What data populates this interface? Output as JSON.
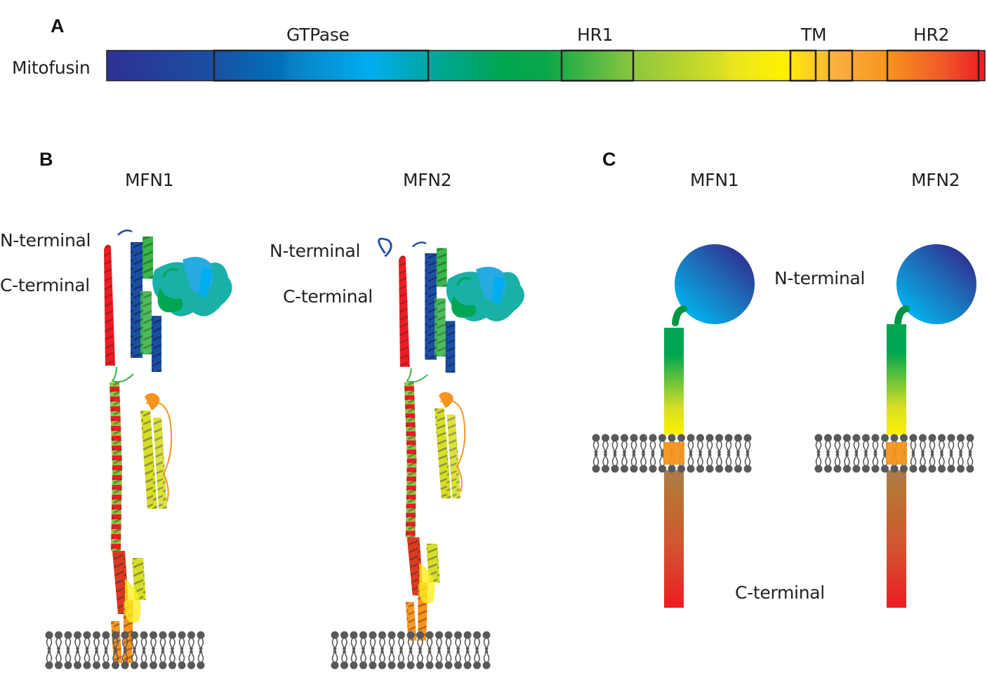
{
  "panels": {
    "a": "A",
    "b": "B",
    "c": "C"
  },
  "panel_a": {
    "protein_label": "Mitofusin",
    "domains": [
      "GTPase",
      "HR1",
      "TM",
      "HR2"
    ]
  },
  "panel_b": {
    "columns": [
      "MFN1",
      "MFN2"
    ],
    "mfn1": {
      "n_terminal": "N-terminal",
      "c_terminal": "C-terminal"
    },
    "mfn2": {
      "n_terminal": "N-terminal",
      "c_terminal": "C-terminal"
    }
  },
  "panel_c": {
    "columns": [
      "MFN1",
      "MFN2"
    ],
    "n_terminal": "N-terminal",
    "c_terminal": "C-terminal"
  },
  "colors": {
    "n_terminus_blue": "#2e3192",
    "gtpase_cyan": "#00aeef",
    "green": "#00a651",
    "yellow": "#fff200",
    "orange": "#f7941d",
    "red": "#ed1c24",
    "membrane_gray": "#58595b"
  }
}
